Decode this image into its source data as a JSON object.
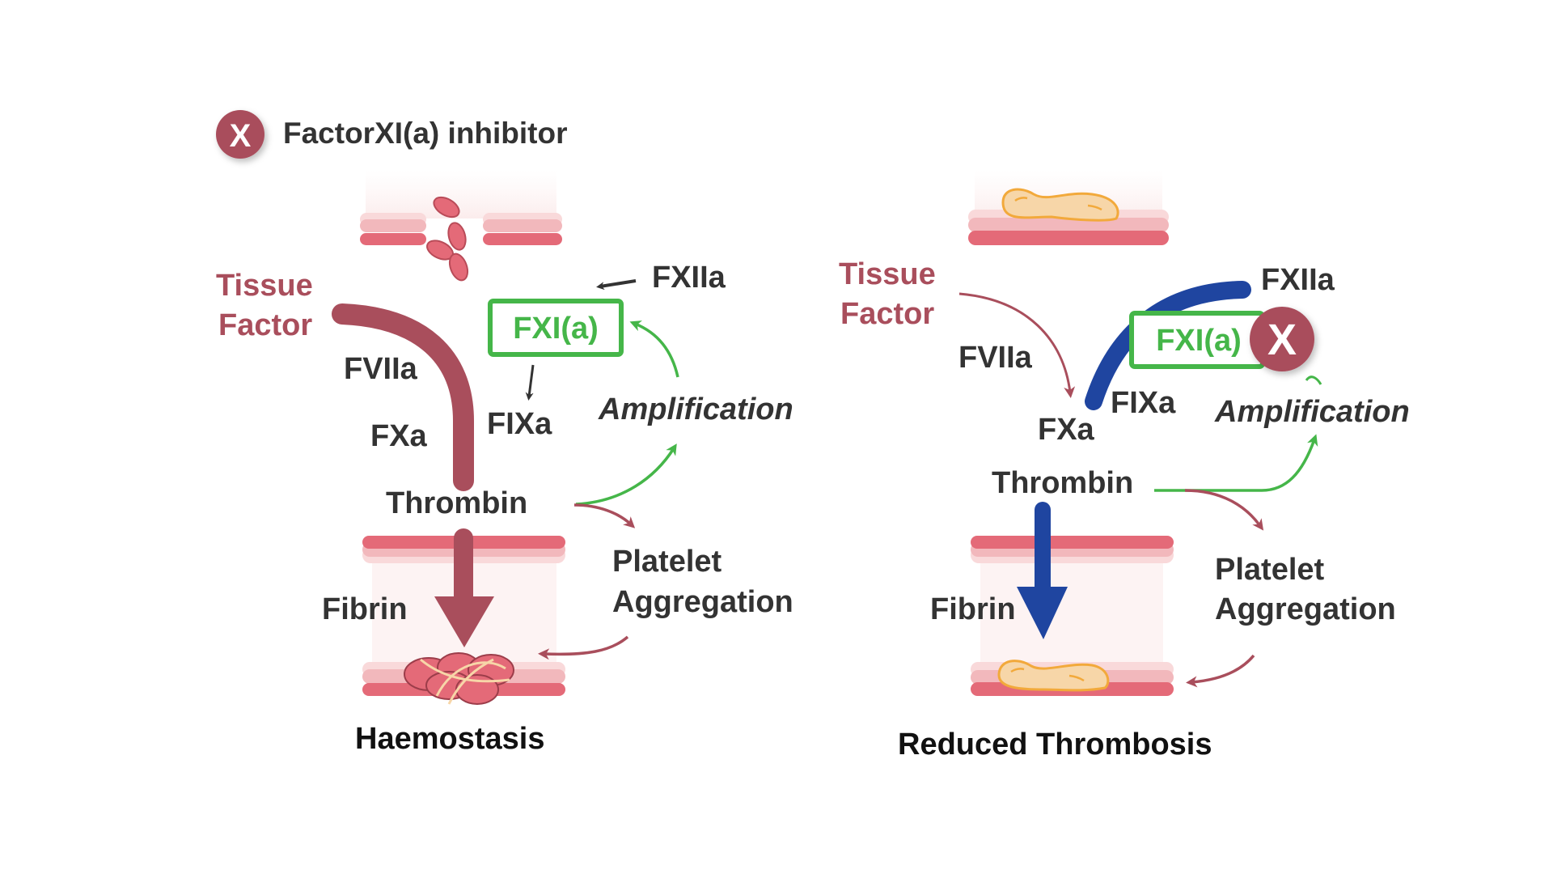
{
  "legend": {
    "icon": "x-circle-icon",
    "label": "FactorXI(a) inhibitor"
  },
  "colors": {
    "maroon": "#a94e5c",
    "green": "#45b649",
    "blue": "#1f45a0",
    "text_dark": "#333333",
    "vessel_dark": "#e46a78",
    "vessel_mid": "#f2b8bc",
    "vessel_light": "#f9d9da",
    "platelet_fill": "#f7d6a8",
    "platelet_stroke": "#f2a93b"
  },
  "left_panel": {
    "tissue_factor": [
      "Tissue",
      "Factor"
    ],
    "fviia": "FVIIa",
    "fxa": "FXa",
    "fxiia": "FXIIa",
    "fxia_box": "FXI(a)",
    "fixa": "FIXa",
    "amplification": "Amplification",
    "thrombin": "Thrombin",
    "fibrin": "Fibrin",
    "platelet_aggregation": [
      "Platelet",
      "Aggregation"
    ],
    "outcome": "Haemostasis"
  },
  "right_panel": {
    "tissue_factor": [
      "Tissue",
      "Factor"
    ],
    "fviia": "FVIIa",
    "fxa": "FXa",
    "fxiia": "FXIIa",
    "fxia_box": "FXI(a)",
    "inhibitor_mark": "X",
    "fixa": "FIXa",
    "amplification": "Amplification",
    "thrombin": "Thrombin",
    "fibrin": "Fibrin",
    "platelet_aggregation": [
      "Platelet",
      "Aggregation"
    ],
    "outcome": "Reduced Thrombosis"
  },
  "legend_mark": "X"
}
